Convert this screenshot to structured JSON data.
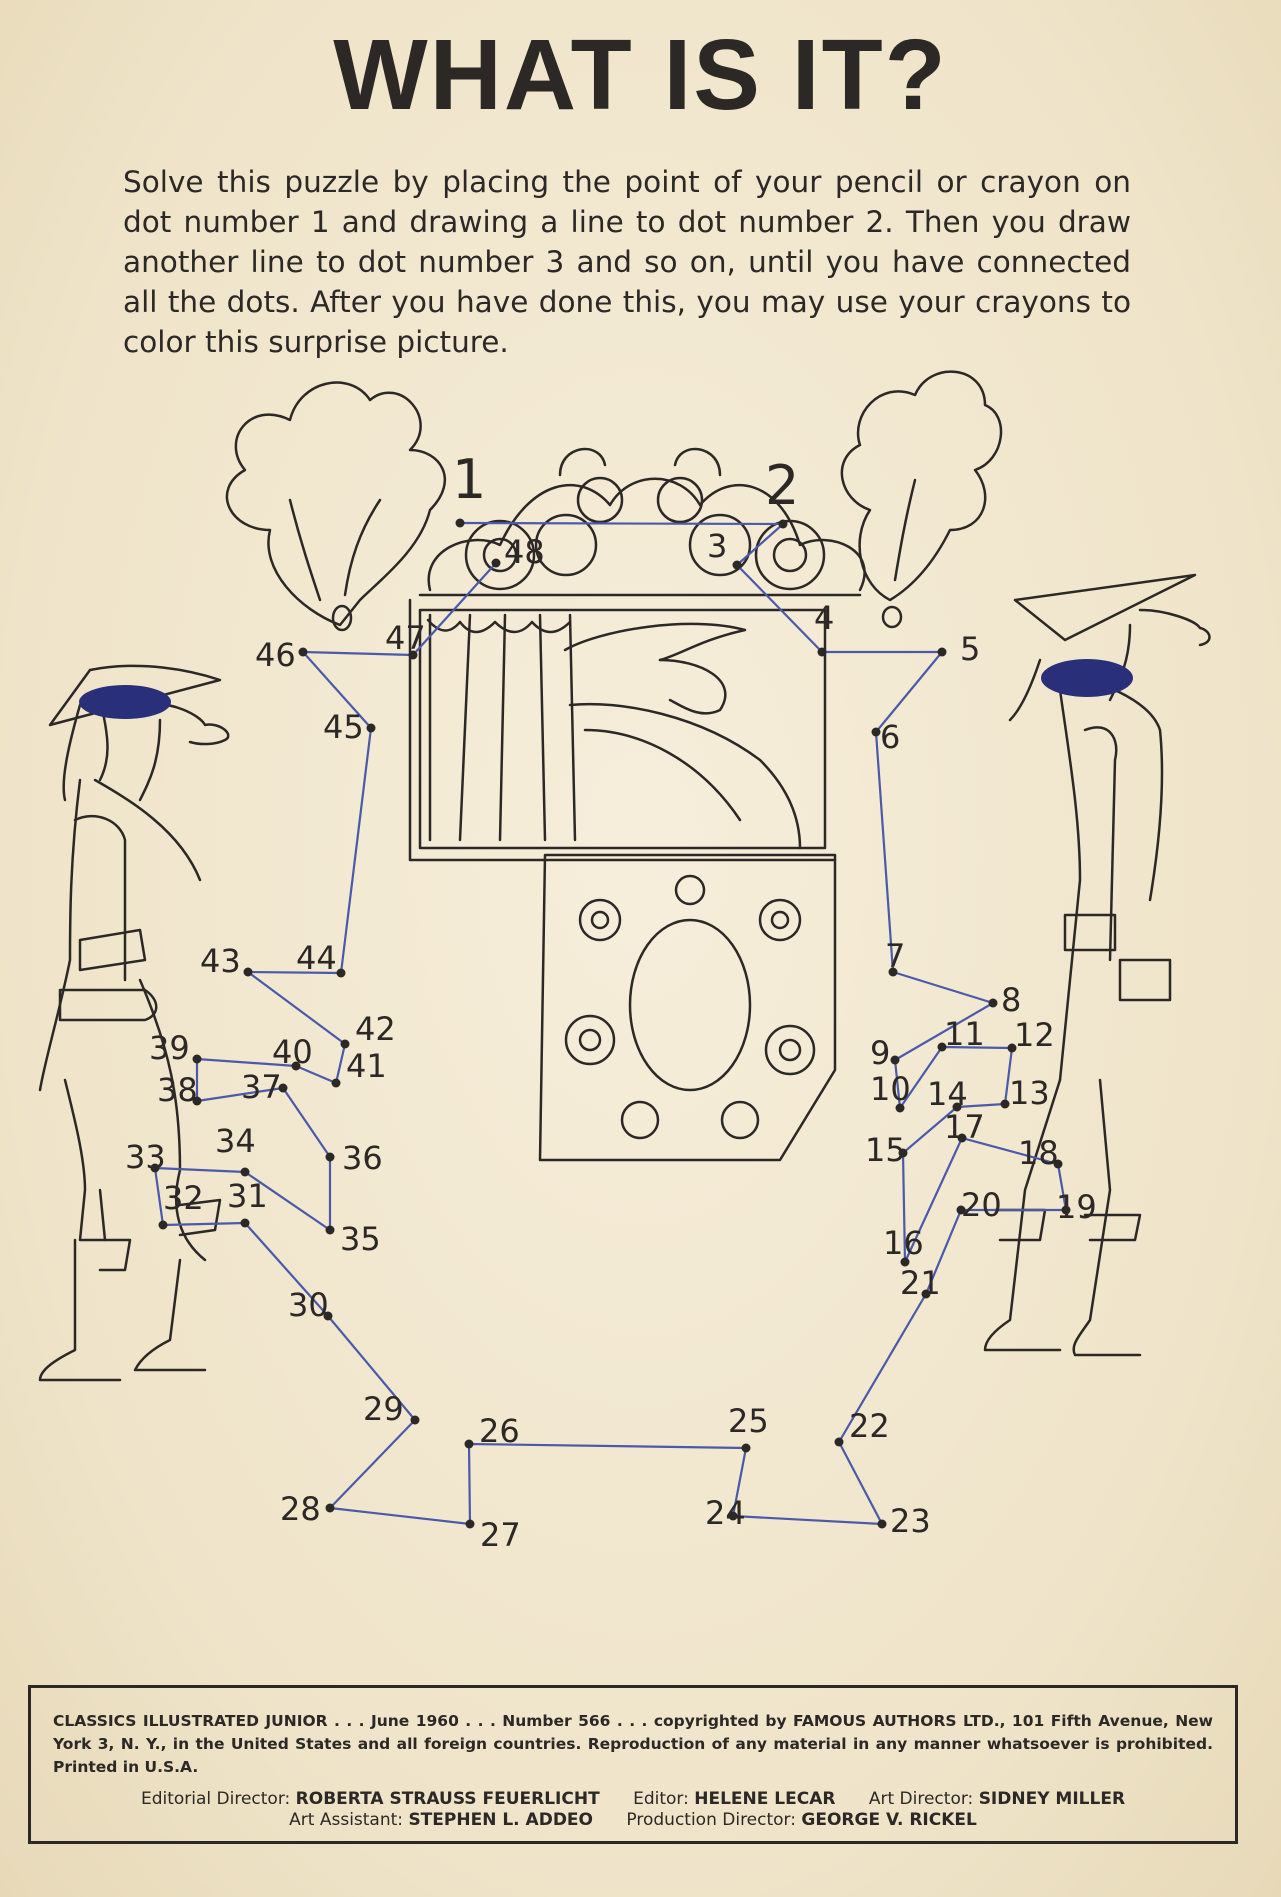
{
  "title": "WHAT IS IT?",
  "instructions": "Solve this puzzle by placing the point of your pencil or crayon on dot number 1 and drawing a line to dot number 2. Then you draw another line to dot number 3 and so on, until you have connected all the dots. After you have done this, you may use your crayons to color this surprise picture.",
  "dots": [
    "1",
    "2",
    "3",
    "4",
    "5",
    "6",
    "7",
    "8",
    "9",
    "10",
    "11",
    "12",
    "13",
    "14",
    "15",
    "16",
    "17",
    "18",
    "19",
    "20",
    "21",
    "22",
    "23",
    "24",
    "25",
    "26",
    "27",
    "28",
    "29",
    "30",
    "31",
    "32",
    "33",
    "34",
    "35",
    "36",
    "37",
    "38",
    "39",
    "40",
    "41",
    "42",
    "43",
    "44",
    "45",
    "46",
    "47",
    "48"
  ],
  "colors": {
    "paper": "#f2e9d4",
    "ink": "#2c2825",
    "pencil_line": "#4a5aa8",
    "hat_oval": "#2a2f7a"
  },
  "credits": {
    "copyright": "CLASSICS ILLUSTRATED JUNIOR . . . June 1960 . . . Number 566 . . . copyrighted by FAMOUS AUTHORS LTD., 101 Fifth Avenue, New York 3, N. Y., in the United States and all foreign countries. Reproduction of any material in any manner whatsoever is prohibited. Printed in U.S.A.",
    "editorial_director_label": "Editorial Director:",
    "editorial_director": "ROBERTA STRAUSS FEUERLICHT",
    "editor_label": "Editor:",
    "editor": "HELENE LECAR",
    "art_director_label": "Art Director:",
    "art_director": "SIDNEY MILLER",
    "art_assistant_label": "Art Assistant:",
    "art_assistant": "STEPHEN L. ADDEO",
    "production_director_label": "Production Director:",
    "production_director": "GEORGE V. RICKEL"
  }
}
